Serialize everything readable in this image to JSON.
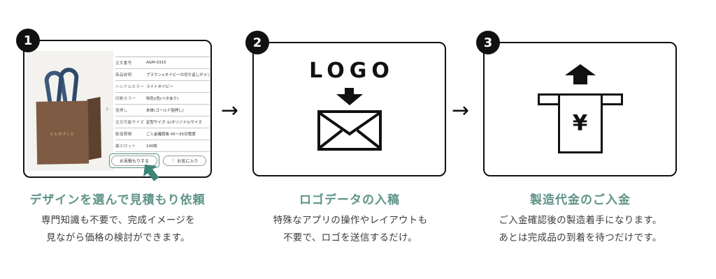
{
  "page": {
    "arrow": "→"
  },
  "colors": {
    "accent_teal": "#5f9488",
    "highlight_teal": "#4e8f80",
    "badge_black": "#111111",
    "bag_brown": "#7e5b42",
    "handle_navy": "#2f4a6b"
  },
  "steps": [
    {
      "number": "1",
      "title": "デザインを選んで見積もり依頼",
      "desc1": "専門知識も不要で、完成イメージを",
      "desc2": "見ながら価格の検討ができます。",
      "card": {
        "sample_label": "SAMPLE",
        "carousel_next": "›",
        "table": [
          {
            "label": "注文番号",
            "value": "AGM-0315"
          },
          {
            "label": "商品説明",
            "value": "ブラウン×ネイビーの切り返しがメンズライ"
          },
          {
            "label": "ハンドルカラー",
            "value": "ライトネイビー"
          },
          {
            "label": "印刷カラー",
            "value": "特色1色(ベタあり)"
          },
          {
            "label": "箔押し",
            "value": "本体(ゴールド箔押し)"
          },
          {
            "label": "注文可能サイズ",
            "value": "定型サイズ ①/オリジナルサイズ"
          },
          {
            "label": "製造期間",
            "value": "ご入金確認後 45〜55日程度"
          },
          {
            "label": "最小ロット",
            "value": "100枚"
          }
        ],
        "quote_button": "お見積もりする",
        "heart": "♡",
        "favorite_button": "お気に入り"
      }
    },
    {
      "number": "2",
      "title": "ロゴデータの入稿",
      "desc1": "特殊なアプリの操作やレイアウトも",
      "desc2": "不要で、ロゴを送信するだけ。",
      "card": {
        "logo_text": "LOGO"
      }
    },
    {
      "number": "3",
      "title": "製造代金のご入金",
      "desc1": "ご入金確認後の製造着手になります。",
      "desc2": "あとは完成品の到着を待つだけです。",
      "card": {
        "yen": "¥"
      }
    }
  ]
}
